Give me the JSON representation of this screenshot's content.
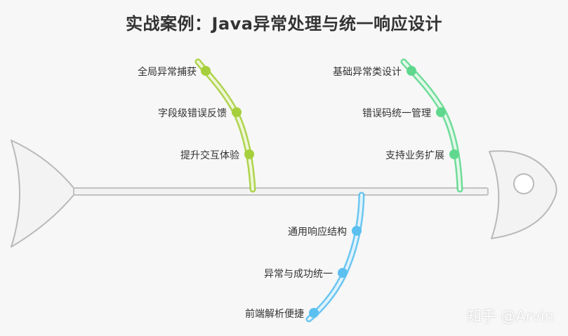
{
  "title": "实战案例：Java异常处理与统一响应设计",
  "watermark": "知乎 @Arvin",
  "colors": {
    "green": "#a6cf3c",
    "mint": "#5fd88e",
    "blue": "#5bc0f0",
    "spine": "#bdbdbd",
    "text": "#333333"
  },
  "branches": [
    {
      "id": "ui",
      "color": "green",
      "items": [
        "全局异常捕获",
        "字段级错误反馈",
        "提升交互体验"
      ]
    },
    {
      "id": "design",
      "color": "mint",
      "items": [
        "基础异常类设计",
        "错误码统一管理",
        "支持业务扩展"
      ]
    },
    {
      "id": "response",
      "color": "blue",
      "items": [
        "通用响应结构",
        "异常与成功统一",
        "前端解析便捷"
      ]
    }
  ]
}
